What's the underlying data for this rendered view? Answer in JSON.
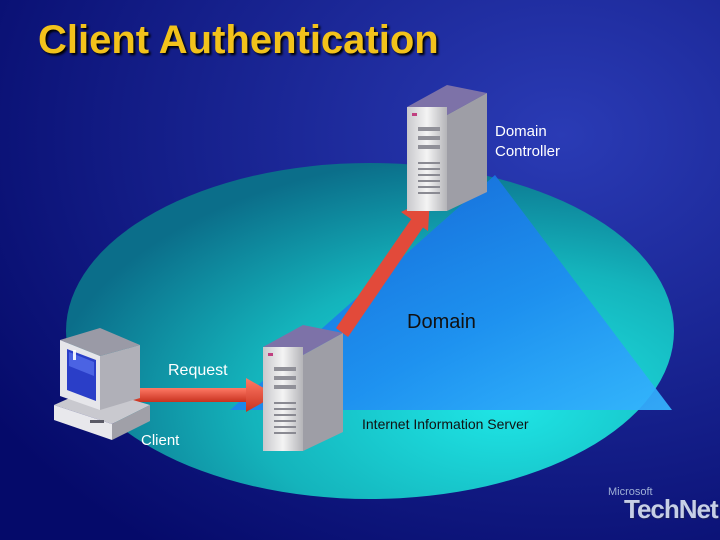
{
  "slide": {
    "title": "Client Authentication"
  },
  "labels": {
    "domain_controller_line1": "Domain",
    "domain_controller_line2": "Controller",
    "domain": "Domain",
    "request": "Request",
    "iis": "Internet Information Server",
    "client": "Client"
  },
  "logo": {
    "line1": "Microsoft",
    "line2": "TechNet"
  },
  "colors": {
    "background_dark": "#050a6a",
    "background_light": "#2a3bb5",
    "title": "#f2c21b",
    "ellipse": "#1aa0a8",
    "triangle": "#1e78f0",
    "arrow": "#e04a3a"
  }
}
